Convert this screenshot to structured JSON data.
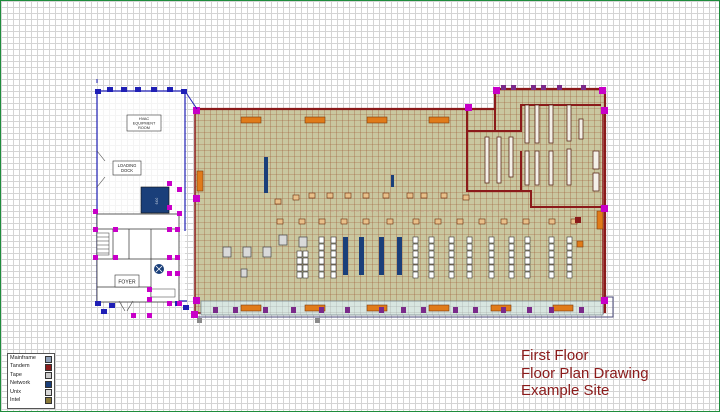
{
  "caption": {
    "line1": "First Floor",
    "line2": "Floor Plan Drawing",
    "line3": "Example Site"
  },
  "legend": [
    {
      "label": "Mainframe",
      "color": "#8fa0b8"
    },
    {
      "label": "Tandem",
      "color": "#8b1a1a"
    },
    {
      "label": "Tape",
      "color": "#c8c8c8"
    },
    {
      "label": "Network",
      "color": "#1a3f7a"
    },
    {
      "label": "Unix",
      "color": "#d9d9d9"
    },
    {
      "label": "Intel",
      "color": "#8a7a3a"
    }
  ],
  "rooms": {
    "hvac_line1": "HVAC",
    "hvac_line2": "EQUIPMENT",
    "hvac_line3": "ROOM",
    "loading_line1": "LOADING",
    "loading_line2": "DOCK",
    "foyer": "FOYER",
    "unknown": "???"
  },
  "colors": {
    "wall_blue": "#1f1fb5",
    "column_magenta": "#c800c8",
    "tandem_line": "#8b1a1a",
    "rack_orange": "#e07b1a",
    "floor_tile": "#c9c7a0"
  }
}
